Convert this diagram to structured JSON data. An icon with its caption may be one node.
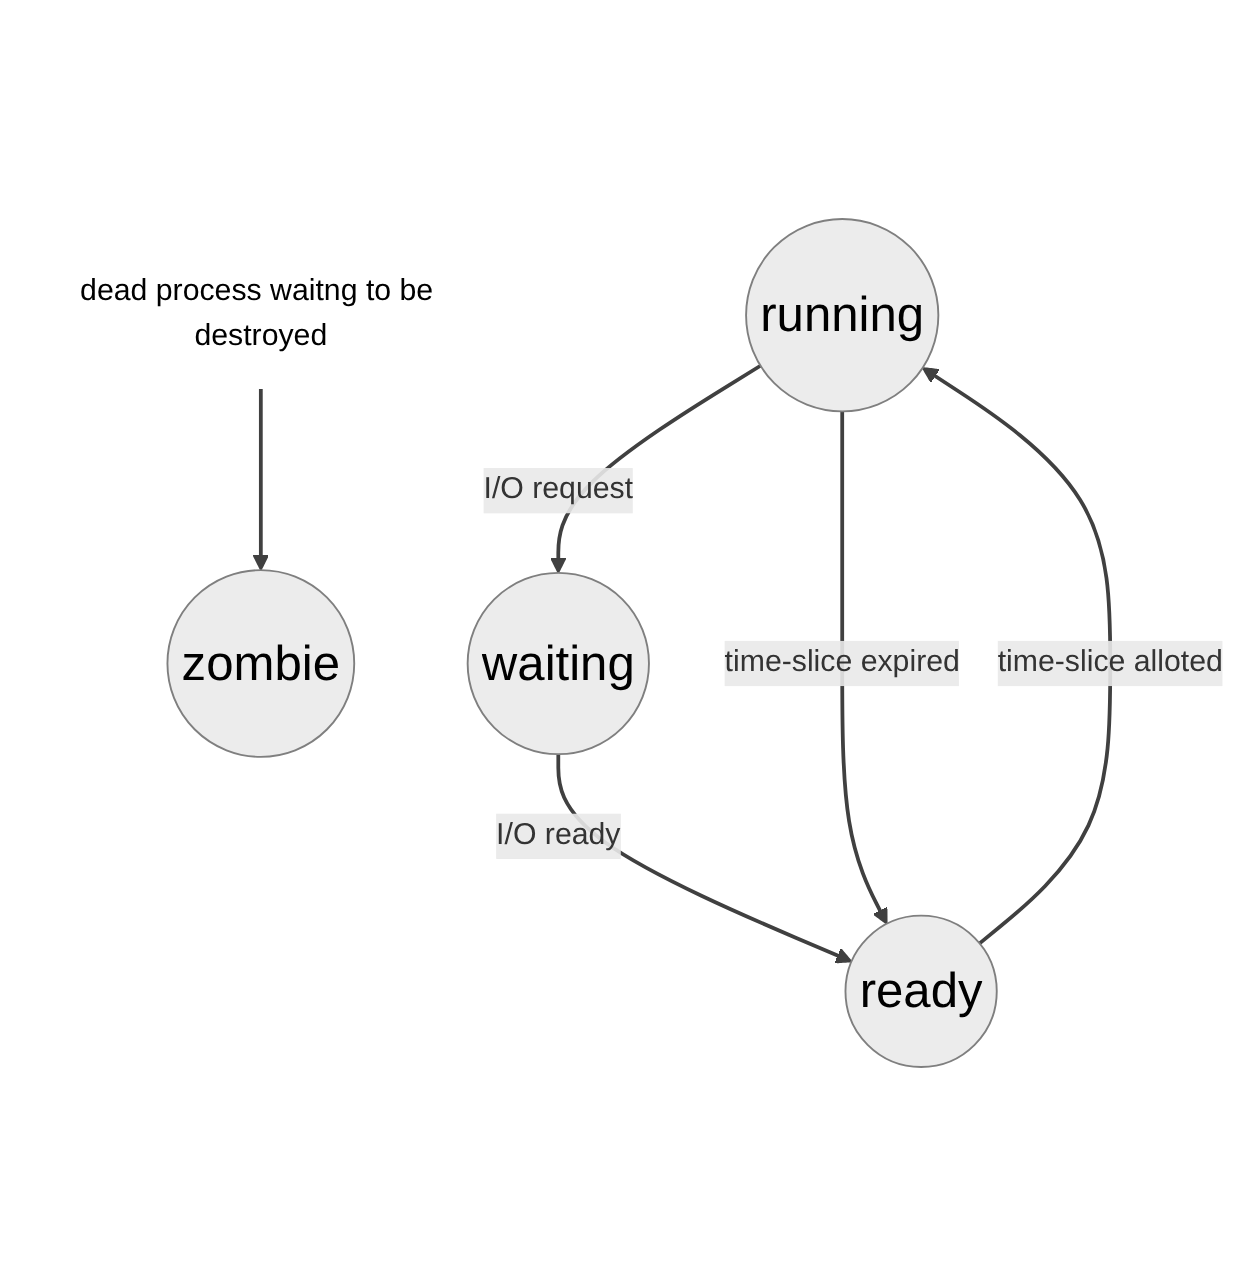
{
  "diagram": {
    "nodes": [
      {
        "text": [
          "running"
        ]
      },
      {
        "text": [
          "waiting"
        ]
      },
      {
        "text": [
          "ready"
        ]
      },
      {
        "text": [
          "zombie"
        ]
      },
      {
        "text": [
          "dead process waitng to be destroyed"
        ]
      }
    ],
    "edges": [
      {
        "from": 0,
        "to": 1,
        "arrow": "to",
        "label": "I/O request"
      },
      {
        "from": 1,
        "to": 2,
        "arrow": "to",
        "label": "I/O ready"
      },
      {
        "from": 0,
        "to": 2,
        "arrow": "to",
        "label": "time-slice expired"
      },
      {
        "from": 2,
        "to": 0,
        "arrow": "to",
        "label": "time-slice alloted"
      },
      {
        "from": 4,
        "to": 3,
        "arrow": "to"
      }
    ]
  }
}
